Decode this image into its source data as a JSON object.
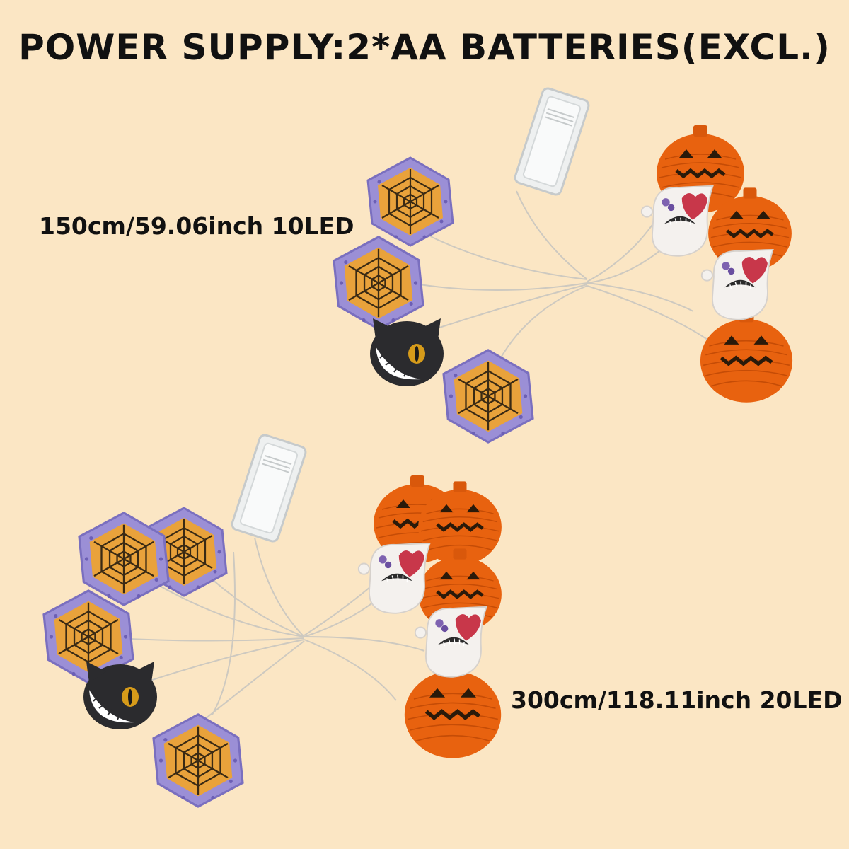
{
  "headline": "POWER SUPPLY:2*AA BATTERIES(EXCL.)",
  "variants": [
    {
      "label": "150cm/59.06inch 10LED"
    },
    {
      "label": "300cm/118.11inch 20LED"
    }
  ],
  "colors": {
    "background": "#fbe6c4",
    "pumpkin": "#e8620f",
    "web_purple": "#9b8fd6",
    "web_orange": "#e9a23b",
    "ghost_white": "#f4f1ee",
    "heart_red": "#c8374a",
    "cat_black": "#2b2b2e"
  },
  "icons": [
    "pumpkin-light-icon",
    "spiderweb-light-icon",
    "ghost-light-icon",
    "black-cat-light-icon",
    "battery-box-icon"
  ]
}
